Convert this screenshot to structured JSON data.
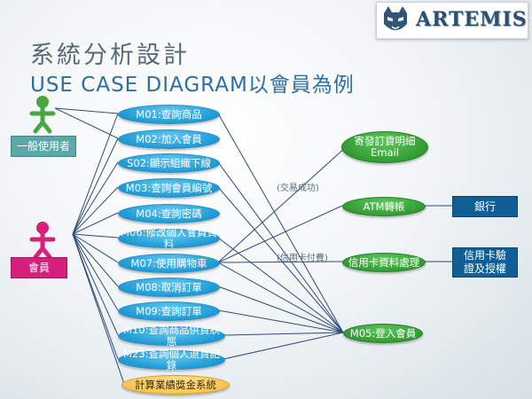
{
  "logo": {
    "text": "ARTEMIS",
    "emblem_icon": "fox-mascot-icon"
  },
  "title": {
    "line1": "系統分析設計",
    "line2": "USE CASE DIAGRAM以會員為例"
  },
  "actors": {
    "general_user": {
      "label": "一般使用者",
      "color": "#4aa640"
    },
    "member": {
      "label": "會員",
      "color": "#d6207c"
    }
  },
  "use_cases": [
    "M01:查詢商品",
    "M02:加入會員",
    "S02:顯示組織下線",
    "M03:查詢會員編號",
    "M04:查詢密碼",
    "M06:修改個人會員資料",
    "M07:使用購物車",
    "M08:取消訂單",
    "M09:查詢訂單",
    "M10:查詢商品供貨狀態",
    "M23:查詢個人退貨記錄",
    "計算業績獎金系統"
  ],
  "included_cases": {
    "email": [
      "寄發訂貨明細",
      "Email"
    ],
    "atm": "ATM轉帳",
    "credit": "信用卡資料處理",
    "login": "M05:登入會員"
  },
  "external_systems": {
    "bank": "銀行",
    "card_auth": [
      "信用卡驗",
      "證及授權"
    ]
  },
  "notes": {
    "success": "(交易成功)",
    "credit_pay": "(信用卡付費)"
  },
  "colors": {
    "use_case": "#1e9ad6",
    "included": "#2e9a2e",
    "system_case": "#f7c24a",
    "external": "#0f5e96"
  }
}
